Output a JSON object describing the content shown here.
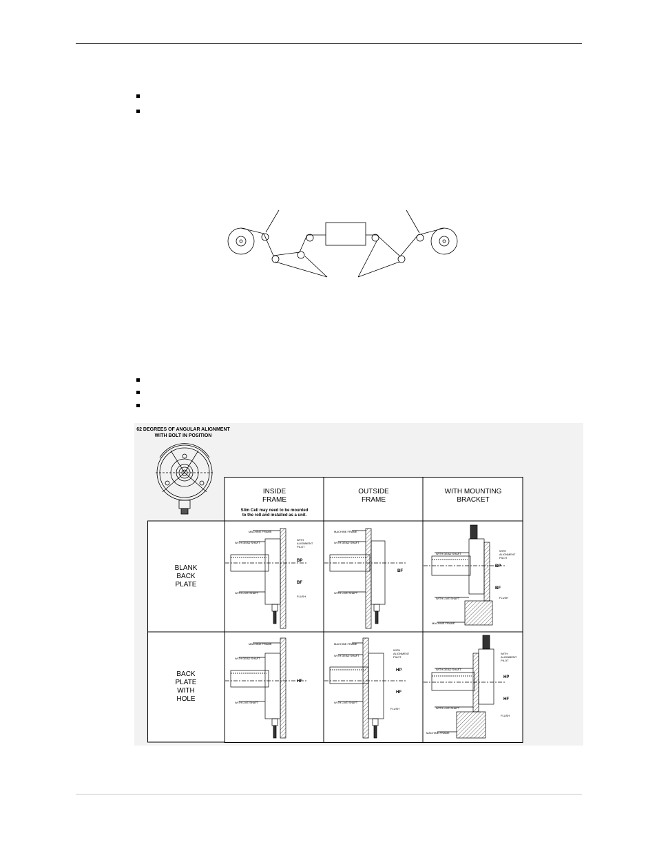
{
  "figure": {
    "caption_lines": [
      "62 DEGREES OF ANGULAR ALIGNMENT",
      "WITH BOLT IN POSITION"
    ],
    "columns": {
      "inside": [
        "INSIDE",
        "FRAME"
      ],
      "inside_note": [
        "Slim Cell may need to be mounted",
        "to the roll and installed as a unit."
      ],
      "outside": [
        "OUTSIDE",
        "FRAME"
      ],
      "bracket": [
        "WITH MOUNTING",
        "BRACKET"
      ]
    },
    "rows": {
      "blank": [
        "BLANK",
        "BACK",
        "PLATE"
      ],
      "hole": [
        "BACK",
        "PLATE",
        "WITH",
        "HOLE"
      ]
    },
    "labels": {
      "machine_frame": "MACHINE FRAME",
      "dead_shaft": "WITH DEAD SHAFT",
      "live_shaft": "WITH LIVE SHAFT",
      "alignment_pilot_1": "WITH",
      "alignment_pilot_2": "ALIGNMENT",
      "alignment_pilot_3": "PILOT",
      "flush": "FLUSH",
      "bp": "BP",
      "bf": "BF",
      "hp": "HP",
      "hf": "HF"
    }
  }
}
